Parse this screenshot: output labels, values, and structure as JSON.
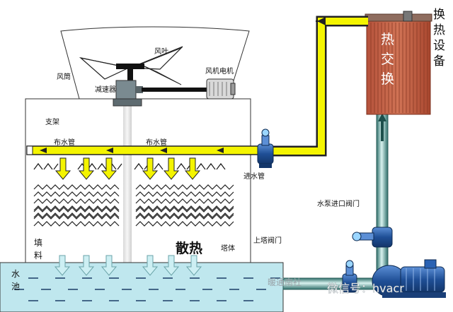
{
  "labels": {
    "fan_cylinder": "风筒",
    "fan_blade": "风叶",
    "fan_motor": "风机电机",
    "reducer": "减速器",
    "bracket": "支架",
    "distribution_pipe_left": "布水管",
    "distribution_pipe_right": "布水管",
    "inlet_pipe": "进水管",
    "pump_inlet_valve": "水泵进口阀门",
    "tower_valve": "上塔阀门",
    "tower_body": "塔体",
    "fill_char1": "填",
    "fill_char2": "料",
    "heat_dissipation": "散热",
    "basin_char1": "水",
    "basin_char2": "池",
    "heat_exchanger_inner": [
      "热",
      "交",
      "换"
    ],
    "heat_exchanger_side": [
      "换",
      "热",
      "设",
      "备"
    ]
  },
  "watermark": {
    "text1": "暖通南社",
    "text2": "微信号：hvacr"
  },
  "colors": {
    "pipe_yellow": "#f4f400",
    "pipe_outline": "#222222",
    "water_blue": "#bfe7ee",
    "copper": "#c7644a",
    "pump_blue": "#1f4f96",
    "arrow_fill": "#f4f400"
  }
}
